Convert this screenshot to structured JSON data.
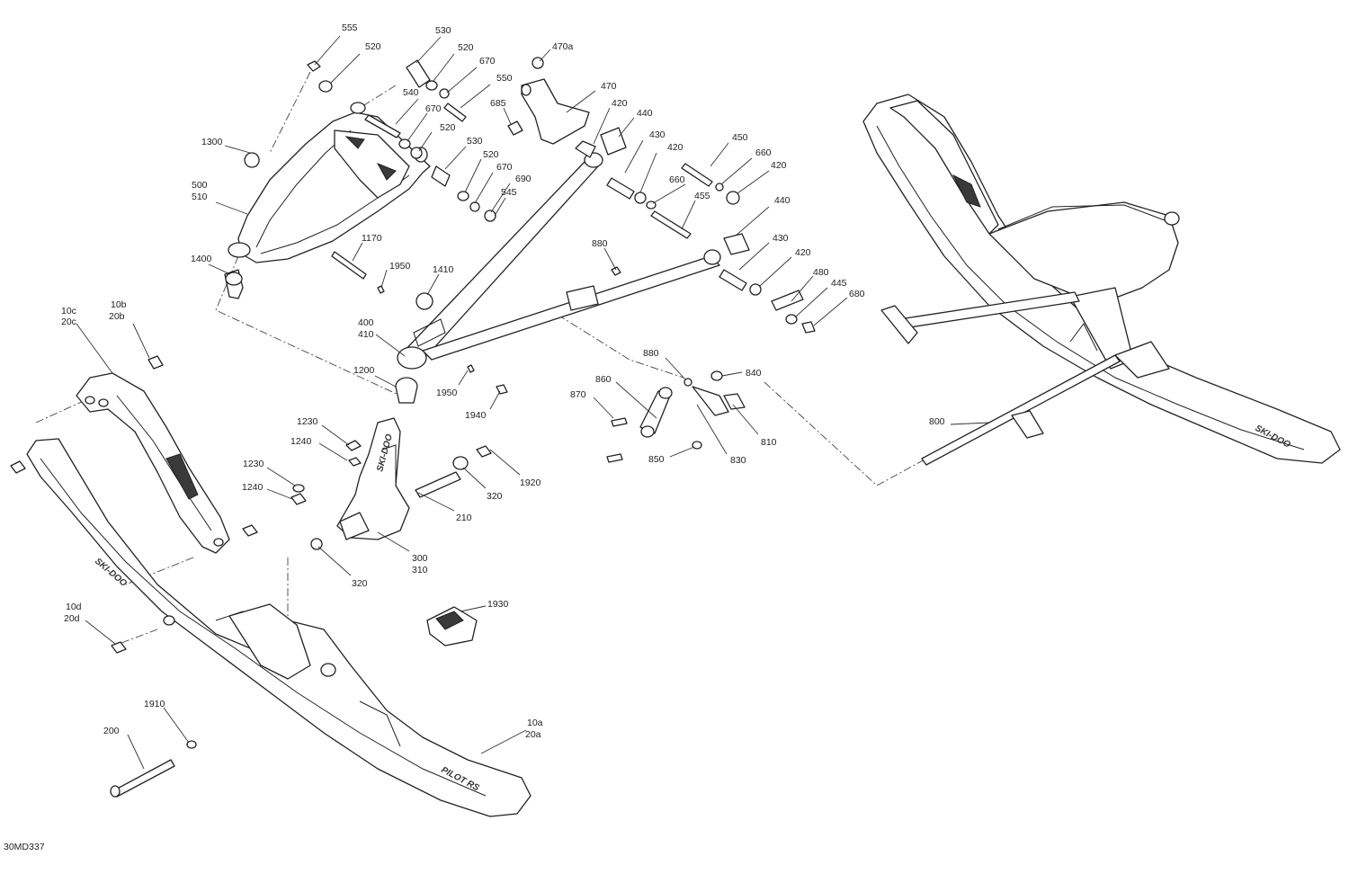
{
  "drawing_id": "30MD337",
  "callouts": [
    {
      "key": "c555",
      "lines": [
        "555"
      ]
    },
    {
      "key": "c520a",
      "lines": [
        "520"
      ]
    },
    {
      "key": "c530a",
      "lines": [
        "530"
      ]
    },
    {
      "key": "c520b",
      "lines": [
        "520"
      ]
    },
    {
      "key": "c670a",
      "lines": [
        "670"
      ]
    },
    {
      "key": "c470a",
      "lines": [
        "470a"
      ]
    },
    {
      "key": "c550",
      "lines": [
        "550"
      ]
    },
    {
      "key": "c470",
      "lines": [
        "470"
      ]
    },
    {
      "key": "c540",
      "lines": [
        "540"
      ]
    },
    {
      "key": "c685",
      "lines": [
        "685"
      ]
    },
    {
      "key": "c420a",
      "lines": [
        "420"
      ]
    },
    {
      "key": "c440a",
      "lines": [
        "440"
      ]
    },
    {
      "key": "c670b",
      "lines": [
        "670"
      ]
    },
    {
      "key": "c520c",
      "lines": [
        "520"
      ]
    },
    {
      "key": "c1300",
      "lines": [
        "1300"
      ]
    },
    {
      "key": "c530b",
      "lines": [
        "530"
      ]
    },
    {
      "key": "c430a",
      "lines": [
        "430"
      ]
    },
    {
      "key": "c450",
      "lines": [
        "450"
      ]
    },
    {
      "key": "c520d",
      "lines": [
        "520"
      ]
    },
    {
      "key": "c420b",
      "lines": [
        "420"
      ]
    },
    {
      "key": "c660a",
      "lines": [
        "660"
      ]
    },
    {
      "key": "c420c",
      "lines": [
        "420"
      ]
    },
    {
      "key": "c670c",
      "lines": [
        "670"
      ]
    },
    {
      "key": "c690",
      "lines": [
        "690"
      ]
    },
    {
      "key": "c660b",
      "lines": [
        "660"
      ]
    },
    {
      "key": "c500",
      "lines": [
        "500",
        "510"
      ]
    },
    {
      "key": "c545",
      "lines": [
        "545"
      ]
    },
    {
      "key": "c455",
      "lines": [
        "455"
      ]
    },
    {
      "key": "c440b",
      "lines": [
        "440"
      ]
    },
    {
      "key": "c1170",
      "lines": [
        "1170"
      ]
    },
    {
      "key": "c880a",
      "lines": [
        "880"
      ]
    },
    {
      "key": "c430b",
      "lines": [
        "430"
      ]
    },
    {
      "key": "c1400",
      "lines": [
        "1400"
      ]
    },
    {
      "key": "c1950a",
      "lines": [
        "1950"
      ]
    },
    {
      "key": "c1410",
      "lines": [
        "1410"
      ]
    },
    {
      "key": "c420d",
      "lines": [
        "420"
      ]
    },
    {
      "key": "c480",
      "lines": [
        "480"
      ]
    },
    {
      "key": "c445",
      "lines": [
        "445"
      ]
    },
    {
      "key": "c680",
      "lines": [
        "680"
      ]
    },
    {
      "key": "c10c",
      "lines": [
        "10c",
        "20c"
      ]
    },
    {
      "key": "c10b",
      "lines": [
        "10b",
        "20b"
      ]
    },
    {
      "key": "c400",
      "lines": [
        "400",
        "410"
      ]
    },
    {
      "key": "c880b",
      "lines": [
        "880"
      ]
    },
    {
      "key": "c840",
      "lines": [
        "840"
      ]
    },
    {
      "key": "c1200",
      "lines": [
        "1200"
      ]
    },
    {
      "key": "c860",
      "lines": [
        "860"
      ]
    },
    {
      "key": "c1950b",
      "lines": [
        "1950"
      ]
    },
    {
      "key": "c870",
      "lines": [
        "870"
      ]
    },
    {
      "key": "c1940",
      "lines": [
        "1940"
      ]
    },
    {
      "key": "c1230a",
      "lines": [
        "1230"
      ]
    },
    {
      "key": "c810",
      "lines": [
        "810"
      ]
    },
    {
      "key": "c800",
      "lines": [
        "800"
      ]
    },
    {
      "key": "c1240a",
      "lines": [
        "1240"
      ]
    },
    {
      "key": "c850",
      "lines": [
        "850"
      ]
    },
    {
      "key": "c830",
      "lines": [
        "830"
      ]
    },
    {
      "key": "c1920",
      "lines": [
        "1920"
      ]
    },
    {
      "key": "c1230b",
      "lines": [
        "1230"
      ]
    },
    {
      "key": "c1240b",
      "lines": [
        "1240"
      ]
    },
    {
      "key": "c320a",
      "lines": [
        "320"
      ]
    },
    {
      "key": "c210",
      "lines": [
        "210"
      ]
    },
    {
      "key": "c300",
      "lines": [
        "300",
        "310"
      ]
    },
    {
      "key": "c320b",
      "lines": [
        "320"
      ]
    },
    {
      "key": "c1930",
      "lines": [
        "1930"
      ]
    },
    {
      "key": "c10d",
      "lines": [
        "10d",
        "20d"
      ]
    },
    {
      "key": "c1910",
      "lines": [
        "1910"
      ]
    },
    {
      "key": "c200",
      "lines": [
        "200"
      ]
    },
    {
      "key": "c10a",
      "lines": [
        "10a",
        "20a"
      ]
    }
  ],
  "ski_brand_text": "PILOT RS",
  "spindle_brand_text": "SKI-DOO"
}
